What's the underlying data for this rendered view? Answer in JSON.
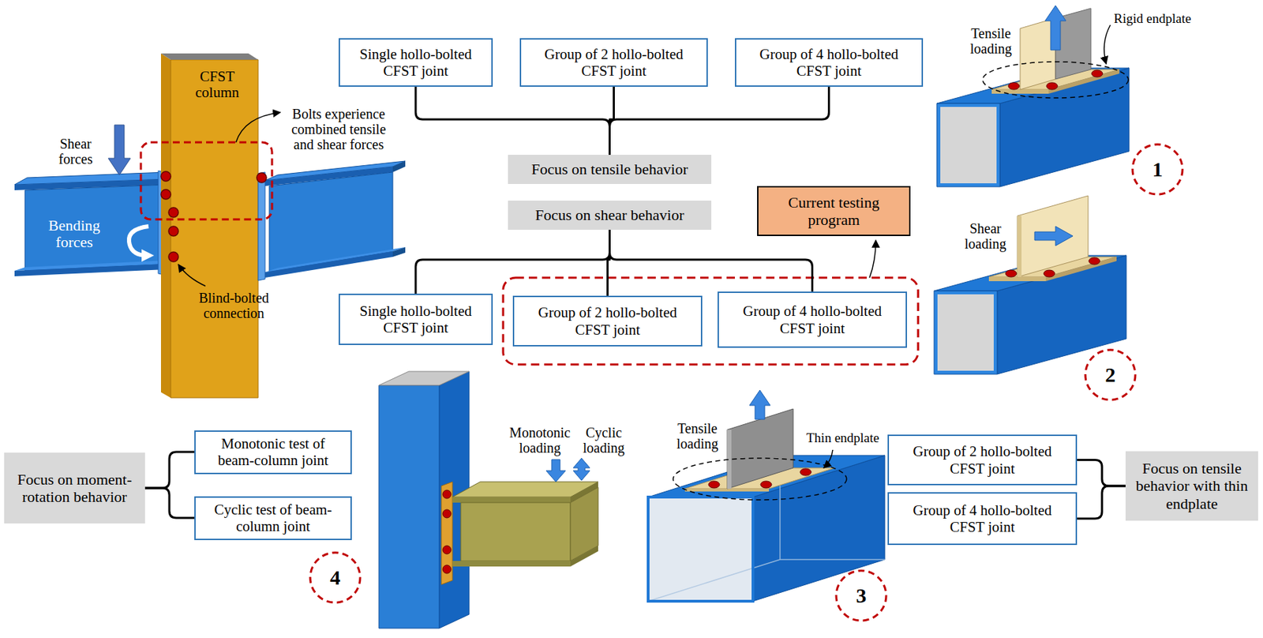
{
  "diagram": {
    "nodes": [
      {
        "text": [
          "Single hollo-bolted CFST joint"
        ]
      },
      {
        "text": [
          "Group of 2 hollo-bolted CFST joint"
        ]
      },
      {
        "text": [
          "Group of 4 hollo-bolted CFST joint"
        ]
      },
      {
        "text": [
          "Focus on tensile behavior"
        ]
      },
      {
        "text": [
          "Focus on shear behavior"
        ]
      },
      {
        "text": [
          "Current testing program"
        ]
      },
      {
        "text": [
          "Single hollo-bolted CFST joint"
        ]
      },
      {
        "text": [
          "Group of 2 hollo-bolted CFST joint"
        ]
      },
      {
        "text": [
          "Group of 4 hollo-bolted CFST joint"
        ]
      },
      {
        "text": [
          "Focus on moment-rotation behavior"
        ]
      },
      {
        "text": [
          "Monotonic test of beam-column joint"
        ]
      },
      {
        "text": [
          "Cyclic test of beam-column joint"
        ]
      },
      {
        "text": [
          "Group of 2 hollo-bolted CFST joint"
        ]
      },
      {
        "text": [
          "Group of 4 hollo-bolted CFST joint"
        ]
      },
      {
        "text": [
          "Focus on tensile behavior with thin endplate"
        ]
      },
      {
        "text": [
          "1"
        ]
      },
      {
        "text": [
          "2"
        ]
      },
      {
        "text": [
          "3"
        ]
      },
      {
        "text": [
          "4"
        ]
      }
    ],
    "edges": [
      {
        "from": 0,
        "to": 3,
        "arrow": "none"
      },
      {
        "from": 1,
        "to": 3,
        "arrow": "none"
      },
      {
        "from": 2,
        "to": 3,
        "arrow": "none"
      },
      {
        "from": 4,
        "to": 6,
        "arrow": "none"
      },
      {
        "from": 4,
        "to": 7,
        "arrow": "none"
      },
      {
        "from": 4,
        "to": 8,
        "arrow": "none"
      },
      {
        "from": 9,
        "to": 10,
        "arrow": "none"
      },
      {
        "from": 9,
        "to": 11,
        "arrow": "none"
      },
      {
        "from": 12,
        "to": 14,
        "arrow": "none"
      },
      {
        "from": 13,
        "to": 14,
        "arrow": "none"
      }
    ],
    "labels": [
      "CFST column",
      "Bolts experience combined tensile and shear forces",
      "Shear forces",
      "Bending forces",
      "Blind-bolted connection",
      "Rigid endplate",
      "Tensile loading",
      "Shear loading",
      "Monotonic loading",
      "Cyclic loading",
      "Tensile loading",
      "Thin endplate"
    ]
  }
}
